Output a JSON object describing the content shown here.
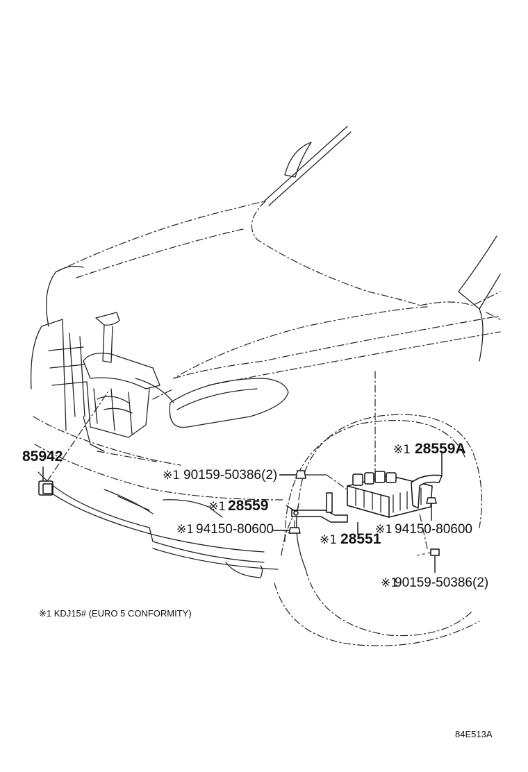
{
  "callouts": {
    "p85942": "85942",
    "p28559A": "28559A",
    "p90159_top": "90159-50386(2)",
    "p28559": "28559",
    "p94150_left": "94150-80600",
    "p28551": "28551",
    "p94150_right": "94150-80600",
    "p90159_bottom": "90159-50386(2)"
  },
  "footnote_mark": "※1",
  "note": "※1 KDJ15# (EURO 5 CONFORMITY)",
  "figure_code": "84E513A"
}
